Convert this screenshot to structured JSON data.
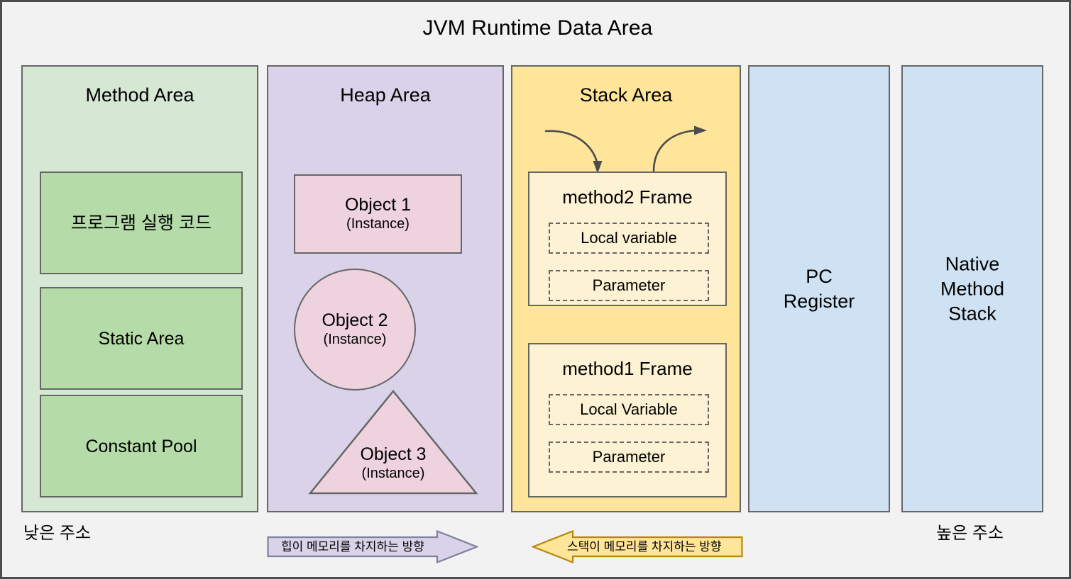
{
  "title": "JVM Runtime Data Area",
  "colors": {
    "background": "#f2f2f2",
    "outer_border": "#4d4d4d",
    "method_area_fill": "#d5e8d4",
    "method_sub_fill": "#b5dca8",
    "heap_area_fill": "#d9d2e9",
    "heap_object_fill": "#eed3df",
    "stack_area_fill": "#ffe599",
    "stack_frame_fill": "#fdf2d3",
    "blue_panel_fill": "#cfe2f3",
    "shape_border": "#666666",
    "heap_direction_arrow_fill": "#d9d2e9",
    "stack_direction_arrow_fill": "#ffe599"
  },
  "method_area": {
    "title": "Method Area",
    "items": [
      {
        "label": "프로그램 실행 코드"
      },
      {
        "label": "Static Area"
      },
      {
        "label": "Constant Pool"
      }
    ]
  },
  "heap_area": {
    "title": "Heap Area",
    "objects": [
      {
        "shape": "rectangle",
        "name": "Object 1",
        "sub": "(Instance)"
      },
      {
        "shape": "circle",
        "name": "Object 2",
        "sub": "(Instance)"
      },
      {
        "shape": "triangle",
        "name": "Object 3",
        "sub": "(Instance)"
      }
    ]
  },
  "stack_area": {
    "title": "Stack Area",
    "push_arrow": "push-arrow-icon",
    "pop_arrow": "pop-arrow-icon",
    "frames": [
      {
        "title": "method2 Frame",
        "slots": [
          "Local variable",
          "Parameter"
        ]
      },
      {
        "title": "method1 Frame",
        "slots": [
          "Local Variable",
          "Parameter"
        ]
      }
    ]
  },
  "pc_register": {
    "label": "PC\nRegister",
    "line1": "PC",
    "line2": "Register"
  },
  "native_method_stack": {
    "line1": "Native",
    "line2": "Method",
    "line3": "Stack"
  },
  "footer": {
    "low_address": "낮은 주소",
    "high_address": "높은 주소",
    "heap_direction": "힙이 메모리를 차지하는 방향",
    "stack_direction": "스택이 메모리를 차지하는 방향"
  }
}
